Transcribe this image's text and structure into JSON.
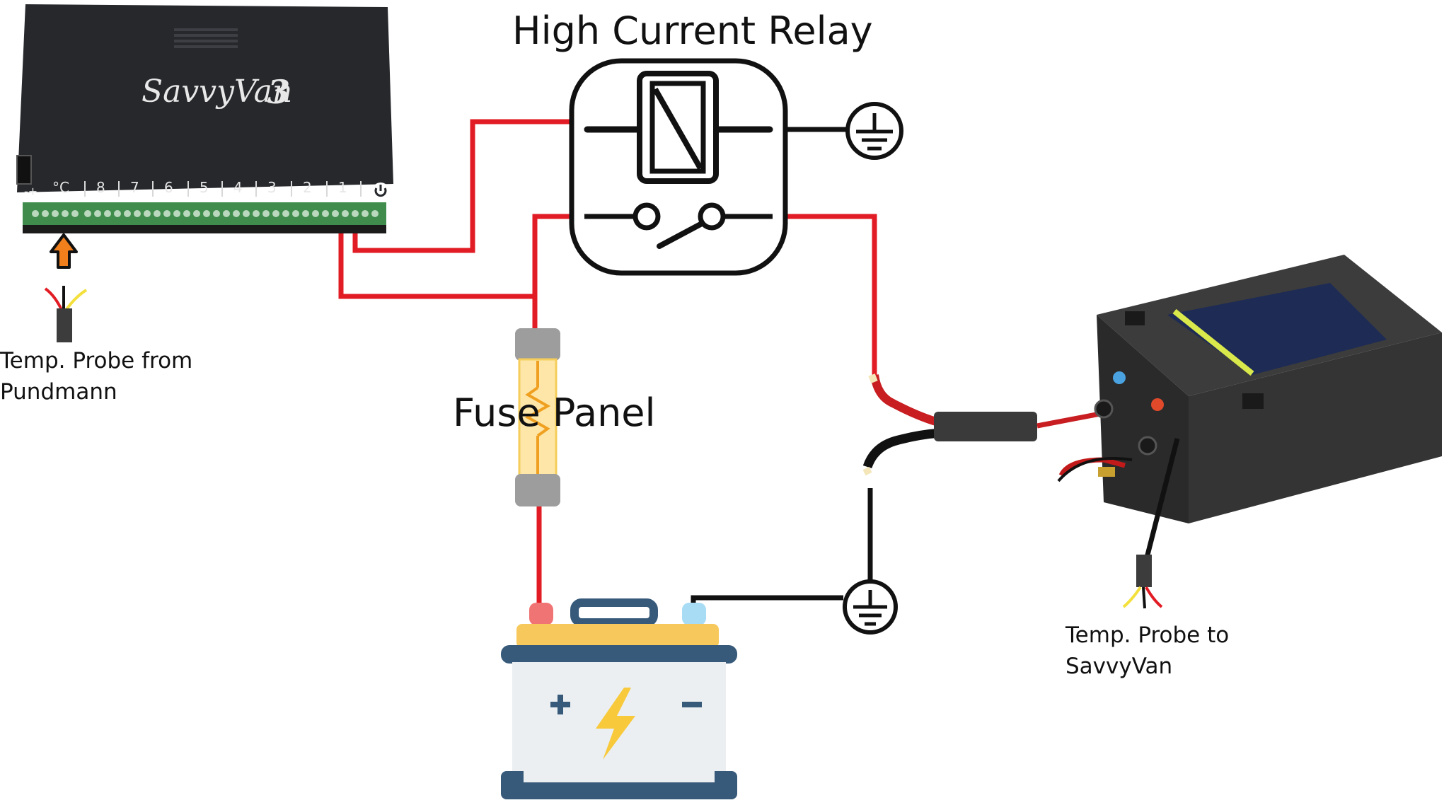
{
  "labels": {
    "relay_title": "High Current Relay",
    "fuse_title": "Fuse Panel",
    "probe_left_line1": "Temp. Probe from",
    "probe_left_line2": "Pundmann",
    "probe_right_line1": "Temp. Probe to",
    "probe_right_line2": "SavvyVan"
  },
  "controller": {
    "logo_script": "SavvyVan",
    "logo_number": "3",
    "terminals": [
      "-+",
      "°C",
      "8",
      "7",
      "6",
      "5",
      "4",
      "3",
      "2",
      "1"
    ]
  },
  "colors": {
    "positive_wire": "#e21c24",
    "negative_wire": "#111111",
    "controller_body": "#26282c",
    "terminal_block": "#3f8c4c",
    "battery_top": "#f7c95c",
    "battery_body": "#eceff2",
    "battery_frame": "#375a7a",
    "battery_bolt": "#f7c93b",
    "fuse_glass": "#fde6a8",
    "fuse_cap": "#9d9d9d",
    "heater_body": "#2c2c2c",
    "arrow": "#f07f1c"
  },
  "icons": [
    "ground-icon",
    "relay-coil-icon",
    "relay-switch-icon",
    "battery-icon",
    "fuse-icon",
    "up-arrow-icon",
    "power-icon"
  ]
}
